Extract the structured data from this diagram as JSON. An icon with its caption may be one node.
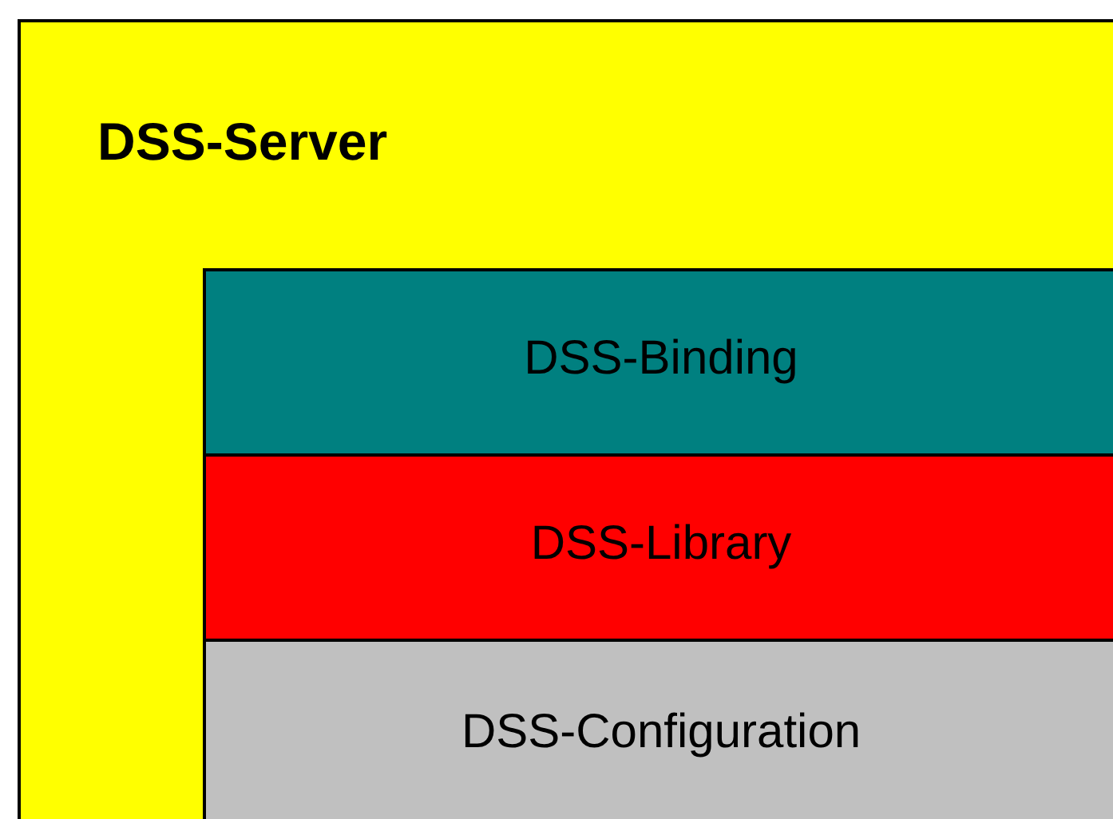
{
  "diagram": {
    "nodes": [
      {
        "text": [
          "DSS-Server"
        ]
      },
      {
        "text": [
          "DSS-Binding"
        ],
        "in": 0
      },
      {
        "text": [
          "DSS-Library"
        ],
        "in": 0
      },
      {
        "text": [
          "DSS-Configuration"
        ],
        "in": 0
      }
    ]
  }
}
